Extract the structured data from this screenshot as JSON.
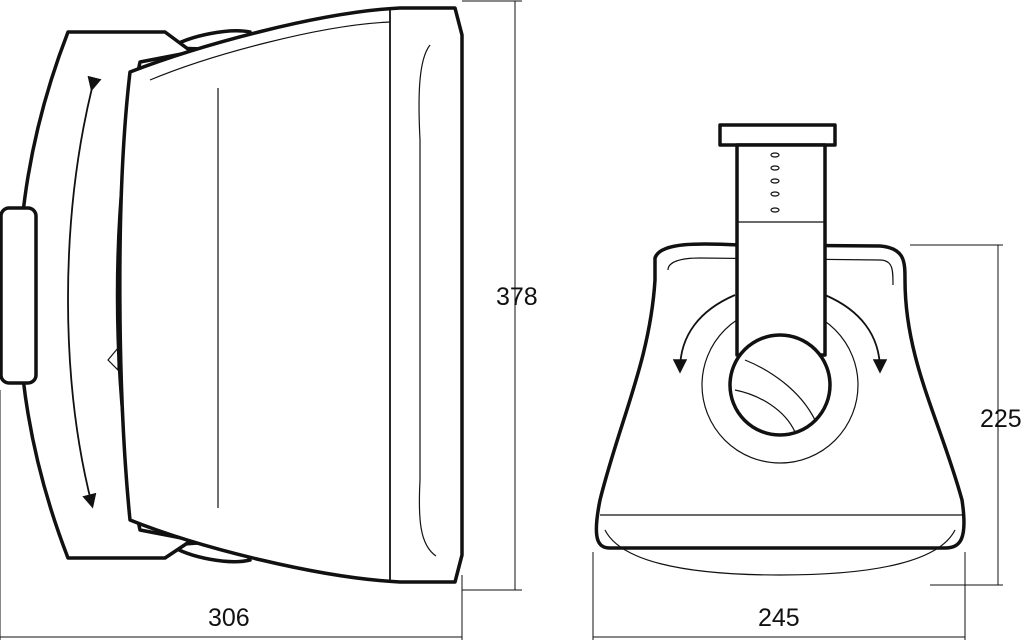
{
  "side_view": {
    "height_label": "378",
    "depth_label": "306"
  },
  "front_view": {
    "height_label": "225",
    "width_label": "245"
  }
}
